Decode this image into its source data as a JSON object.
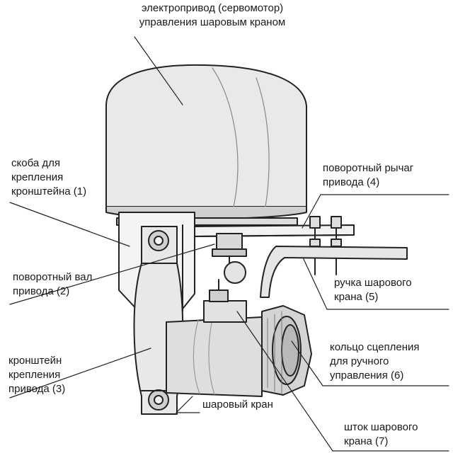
{
  "labels": {
    "actuator": {
      "line1": "электропривод (сервомотор)",
      "line2": "управления шаровым краном"
    },
    "bracket_clamp": {
      "line1": "скоба для",
      "line2": "крепления",
      "line3": "кронштейна (1)"
    },
    "shaft": {
      "line1": "поворотный вал",
      "line2": "привода (2)"
    },
    "bracket": {
      "line1": "кронштейн",
      "line2": "крепления",
      "line3": "привода (3)"
    },
    "lever": {
      "line1": "поворотный рычаг",
      "line2": "привода (4)"
    },
    "handle": {
      "line1": "ручка шарового",
      "line2": "крана (5)"
    },
    "ring": {
      "line1": "кольцо сцепления",
      "line2": "для ручного",
      "line3": "управления (6)"
    },
    "valve": {
      "line1": "шаровый кран"
    },
    "stem": {
      "line1": "шток шарового",
      "line2": "крана (7)"
    }
  }
}
